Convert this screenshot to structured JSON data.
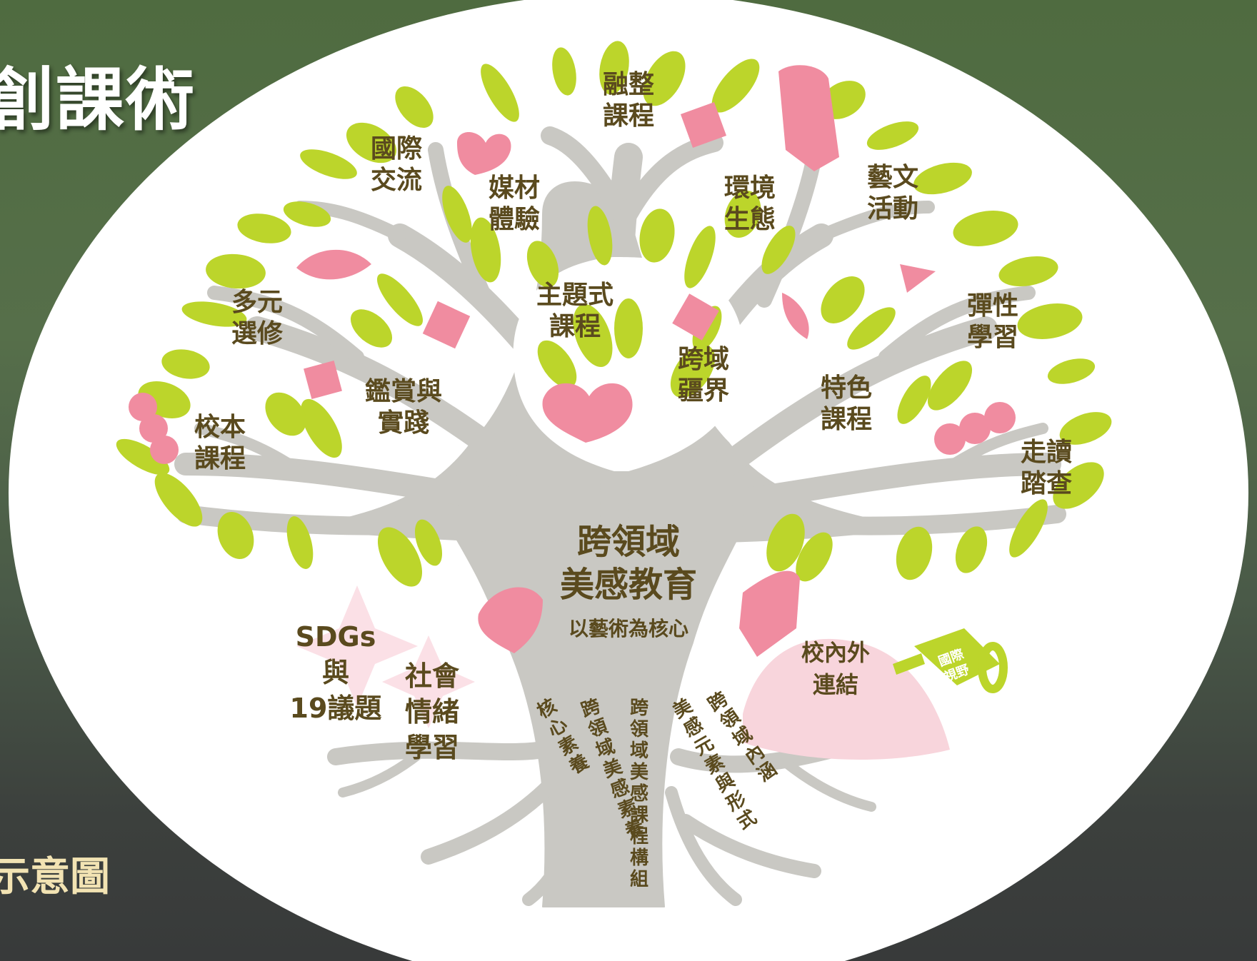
{
  "title": "創課術",
  "caption": "示意圖",
  "diagram": {
    "center": {
      "line1": "跨領域",
      "line2": "美感教育",
      "sub": "以藝術為核心"
    },
    "branch_labels": [
      {
        "key": "fusion",
        "lines": [
          "融整",
          "課程"
        ]
      },
      {
        "key": "international",
        "lines": [
          "國際",
          "交流"
        ]
      },
      {
        "key": "media",
        "lines": [
          "媒材",
          "體驗"
        ]
      },
      {
        "key": "environment",
        "lines": [
          "環境",
          "生態"
        ]
      },
      {
        "key": "arts",
        "lines": [
          "藝文",
          "活動"
        ]
      },
      {
        "key": "diverse",
        "lines": [
          "多元",
          "選修"
        ]
      },
      {
        "key": "thematic",
        "lines": [
          "主題式",
          "課程"
        ]
      },
      {
        "key": "flexible",
        "lines": [
          "彈性",
          "學習"
        ]
      },
      {
        "key": "appreciation",
        "lines": [
          "鑑賞與",
          "實踐"
        ]
      },
      {
        "key": "crossdomain",
        "lines": [
          "跨域",
          "疆界"
        ]
      },
      {
        "key": "feature",
        "lines": [
          "特色",
          "課程"
        ]
      },
      {
        "key": "school",
        "lines": [
          "校本",
          "課程"
        ]
      },
      {
        "key": "walk",
        "lines": [
          "走讀",
          "踏查"
        ]
      }
    ],
    "ground": {
      "sdgs": [
        "SDGs",
        "與",
        "19議題"
      ],
      "sel": [
        "社會",
        "情緒",
        "學習"
      ],
      "connect": [
        "校內外",
        "連結"
      ],
      "can": [
        "國際",
        "視野"
      ]
    },
    "roots": [
      "核心素養",
      "跨領域美感素養",
      "跨領域美感課程構組",
      "美感元素與形式",
      "跨領域內涵"
    ],
    "colors": {
      "leaf": "#bcd52b",
      "trunk": "#c9c8c3",
      "pink": "#f08ca0",
      "text": "#5a4a1e",
      "ellipse": "#ffffff"
    }
  }
}
